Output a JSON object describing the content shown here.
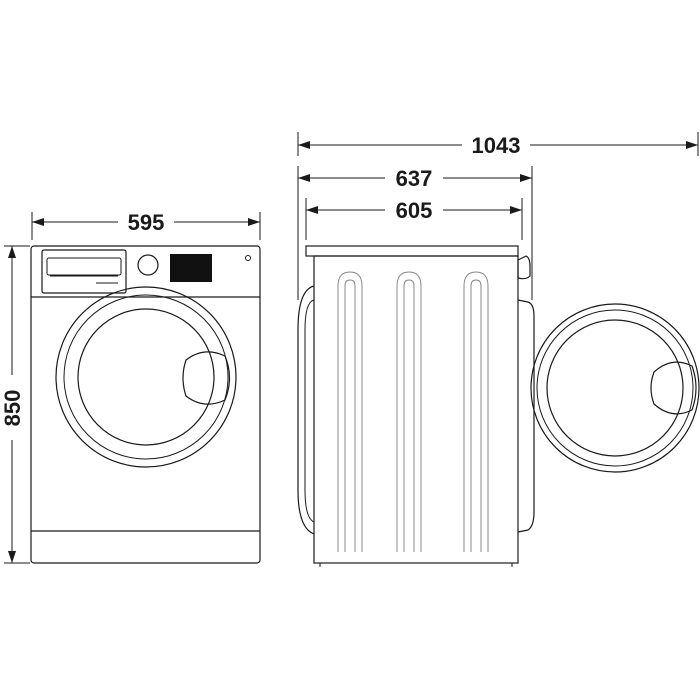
{
  "dimensions": {
    "width": "595",
    "height": "850",
    "depth_total_door_open": "1043",
    "depth_with_door": "637",
    "depth_body": "605"
  },
  "colors": {
    "line": "#1a1a1a",
    "background": "#ffffff",
    "display": "#111111"
  }
}
